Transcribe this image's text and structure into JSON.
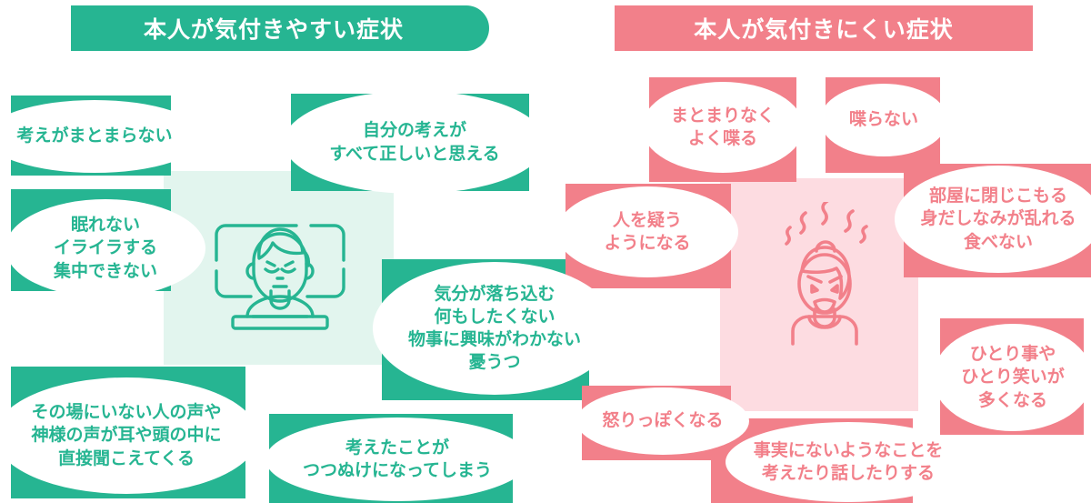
{
  "colors": {
    "green": "#26B592",
    "pink": "#F2808A",
    "green_tint": "#E2F5EE",
    "pink_tint": "#FDDCE1",
    "bubble_fill": "#FFFFFF",
    "page_background": "#FFFFFF"
  },
  "headers": {
    "left": "本人が気付きやすい症状",
    "right": "本人が気付きにくい症状"
  },
  "icons": {
    "left": "sad-person-in-frame-icon",
    "right": "stressed-angry-person-icon"
  },
  "left_panel": {
    "title": "本人が気付きやすい症状",
    "accent": "#26B592",
    "bubbles": [
      {
        "id": "thoughts-disorganized",
        "lines": [
          "考えがまとまらない"
        ]
      },
      {
        "id": "own-thoughts-all-right",
        "lines": [
          "自分の考えが",
          "すべて正しいと思える"
        ]
      },
      {
        "id": "sleep-irritable-focus",
        "lines": [
          "眠れない",
          "イライラする",
          "集中できない"
        ]
      },
      {
        "id": "depressed-anhedonia",
        "lines": [
          "気分が落ち込む",
          "何もしたくない",
          "物事に興味がわかない",
          "憂うつ"
        ]
      },
      {
        "id": "auditory-hallucination",
        "lines": [
          "その場にいない人の声や",
          "神様の声が耳や頭の中に",
          "直接聞こえてくる"
        ]
      },
      {
        "id": "thought-broadcasting",
        "lines": [
          "考えたことが",
          "つつぬけになってしまう"
        ]
      }
    ]
  },
  "right_panel": {
    "title": "本人が気付きにくい症状",
    "accent": "#F2808A",
    "bubbles": [
      {
        "id": "talks-incoherently",
        "lines": [
          "まとまりなく",
          "よく喋る"
        ]
      },
      {
        "id": "does-not-talk",
        "lines": [
          "喋らない"
        ]
      },
      {
        "id": "withdrawn-neglect",
        "lines": [
          "部屋に閉じこもる",
          "身だしなみが乱れる",
          "食べない"
        ]
      },
      {
        "id": "suspicious-of-people",
        "lines": [
          "人を疑う",
          "ようになる"
        ]
      },
      {
        "id": "talks-laughs-alone",
        "lines": [
          "ひとり事や",
          "ひとり笑いが",
          "多くなる"
        ]
      },
      {
        "id": "becomes-angry",
        "lines": [
          "怒りっぽくなる"
        ]
      },
      {
        "id": "delusional-speech",
        "lines": [
          "事実にないようなことを",
          "考えたり話したりする"
        ]
      }
    ]
  }
}
